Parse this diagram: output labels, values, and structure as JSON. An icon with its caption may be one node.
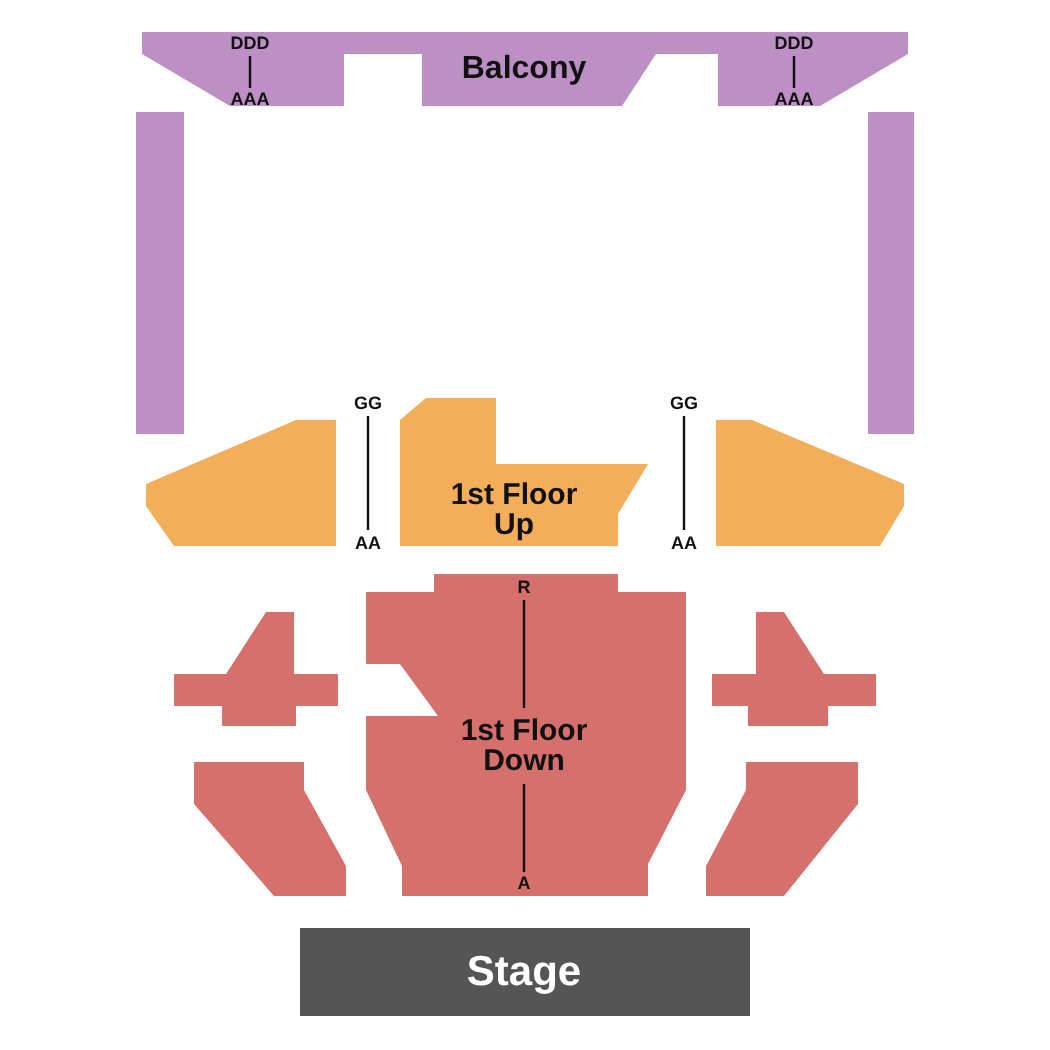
{
  "diagram": {
    "nodes": [
      {
        "text": [
          "Balcony"
        ]
      },
      {
        "text": [],
        "shape": "bar"
      },
      {
        "text": [],
        "shape": "bar"
      },
      {
        "text": [],
        "shape": "polygon"
      },
      {
        "text": [
          "1st Floor Up"
        ]
      },
      {
        "text": [],
        "shape": "polygon"
      },
      {
        "text": [],
        "shape": "polygon"
      },
      {
        "text": [
          "1st Floor Down"
        ]
      },
      {
        "text": [],
        "shape": "polygon"
      },
      {
        "text": [],
        "shape": "polygon"
      },
      {
        "text": [],
        "shape": "polygon"
      },
      {
        "text": [
          "Stage"
        ]
      }
    ],
    "edges": [],
    "labels": [
      "DDD",
      "DDD",
      "AAA",
      "AAA",
      "GG",
      "GG",
      "AA",
      "AA",
      "R",
      "A"
    ]
  }
}
